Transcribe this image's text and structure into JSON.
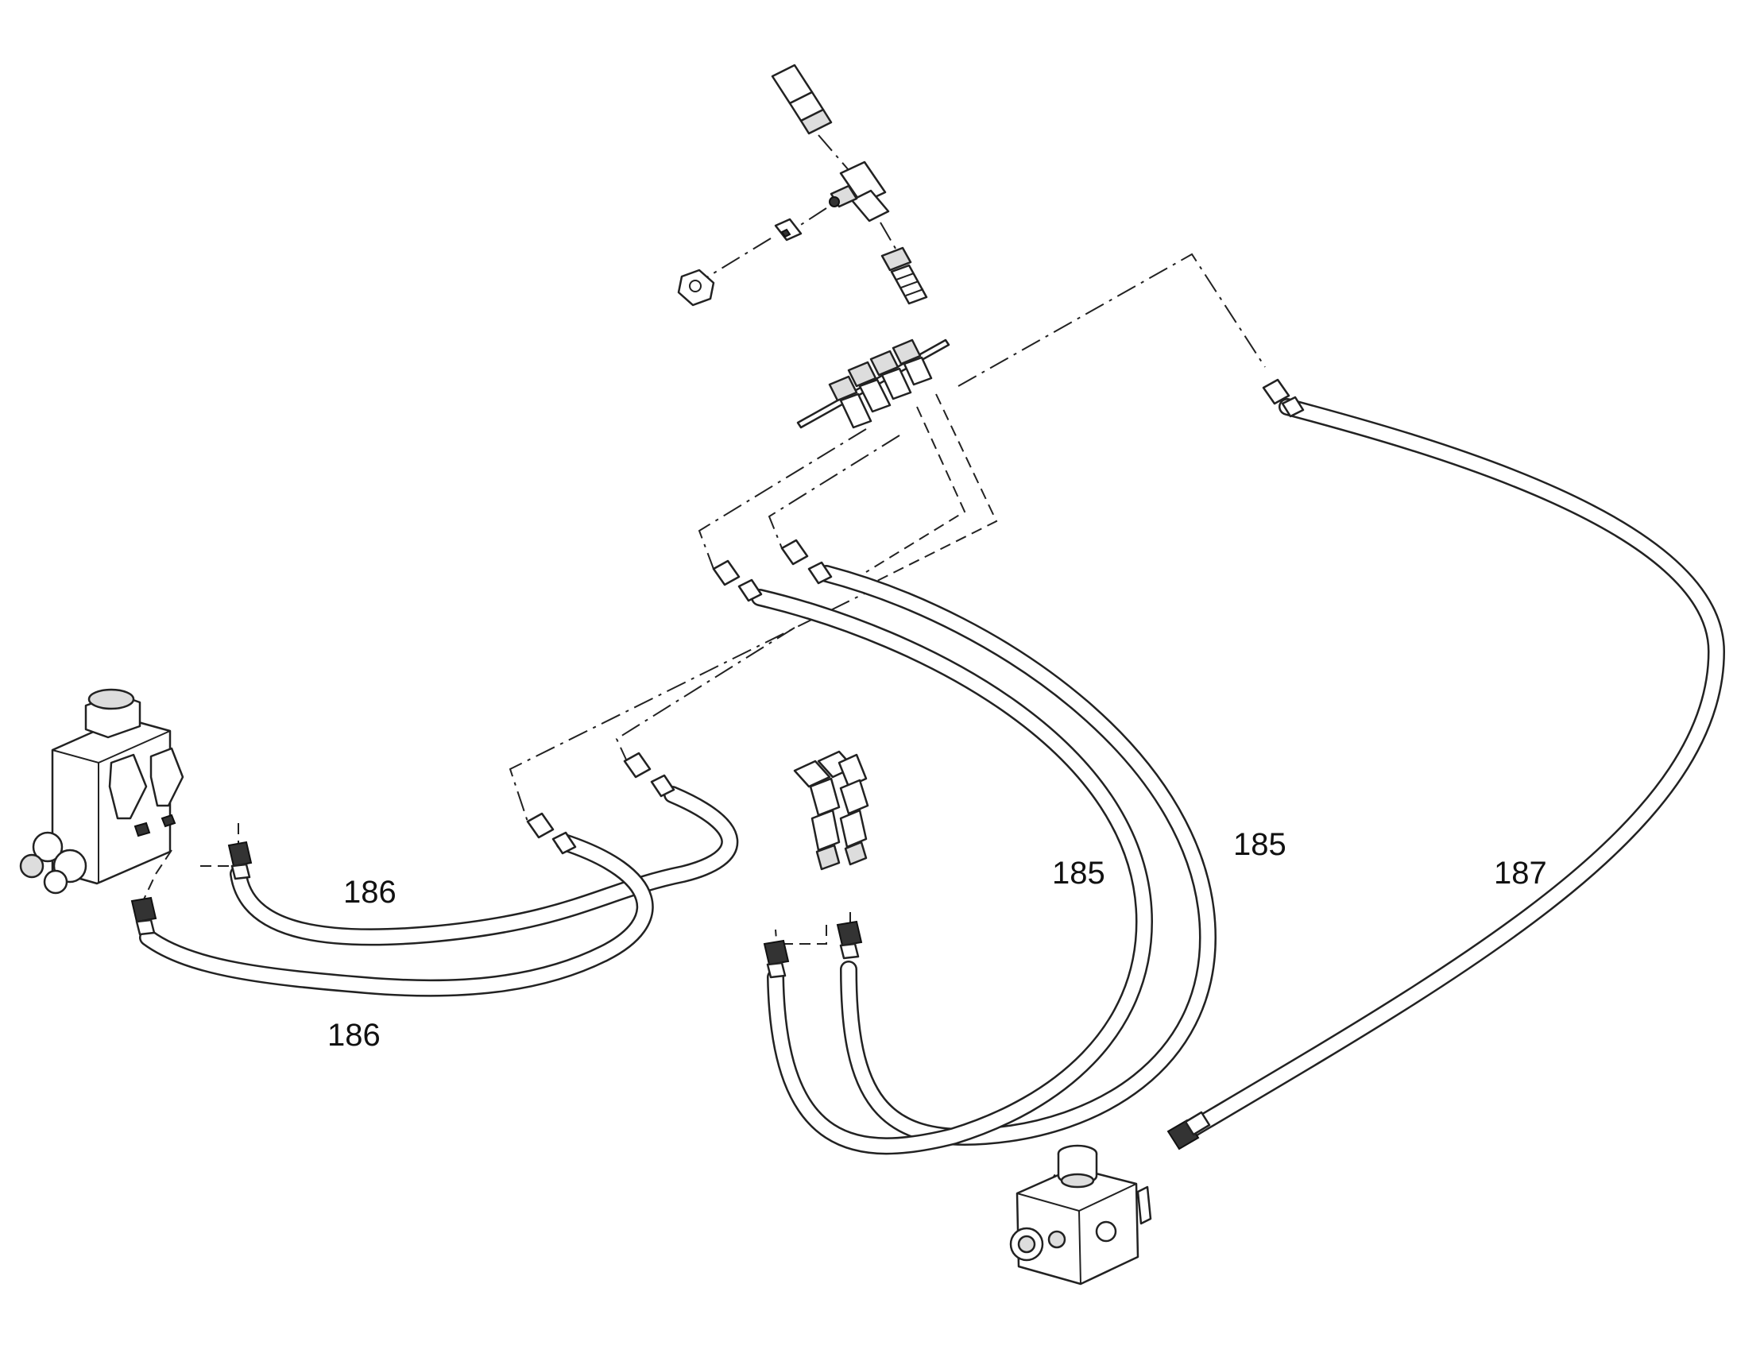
{
  "labels": {
    "hose_186_upper": "186",
    "hose_186_lower": "186",
    "hose_185_left": "185",
    "hose_185_right": "185",
    "hose_187": "187"
  }
}
